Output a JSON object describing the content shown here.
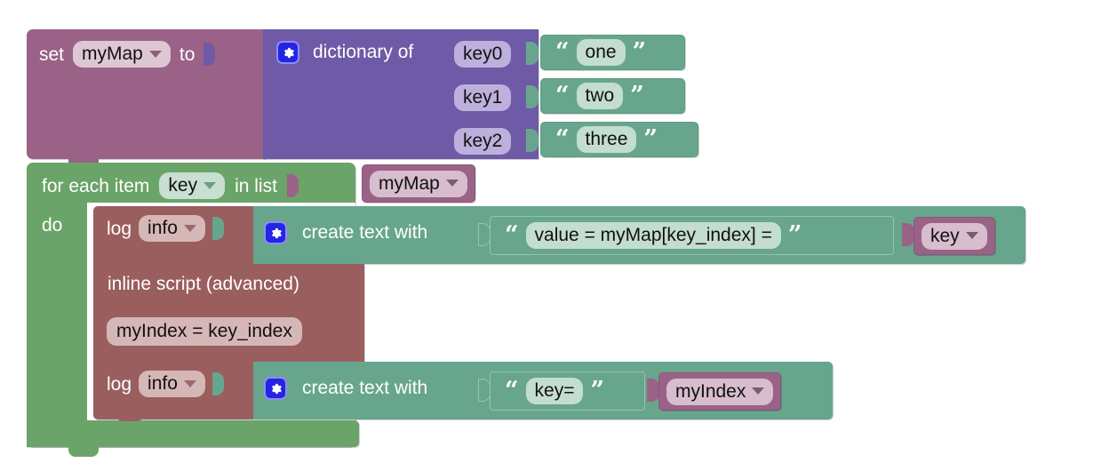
{
  "workspace": {
    "colors": {
      "variable_block": "#9a6287",
      "dictionary_block": "#6e5aa6",
      "loop_block": "#6ba468",
      "text_block": "#67a68d",
      "log_block": "#9a5e5e",
      "gear_button": "#2424e6"
    }
  },
  "set_block": {
    "keyword": "set",
    "variable": "myMap",
    "to_label": "to",
    "dropdown_icon": "caret-down-icon"
  },
  "dictionary_block": {
    "gear_icon": "gear-icon",
    "title": "dictionary of",
    "entries": [
      {
        "key": "key0",
        "value": "one"
      },
      {
        "key": "key1",
        "value": "two"
      },
      {
        "key": "key2",
        "value": "three"
      }
    ],
    "quote_open": "“",
    "quote_close": "”"
  },
  "loop_block": {
    "header_prefix": "for each item",
    "item_variable": "key",
    "header_middle": "in list",
    "list_variable": "myMap",
    "do_label": "do"
  },
  "log_statements": [
    {
      "keyword": "log",
      "level": "info",
      "text_block": {
        "gear_icon": "gear-icon",
        "title": "create text with",
        "string_value": "value = myMap[key_index] = ",
        "variable": "key"
      }
    },
    {
      "keyword": "log",
      "level": "info",
      "text_block": {
        "gear_icon": "gear-icon",
        "title": "create text with",
        "string_value": "key=",
        "variable": "myIndex"
      }
    }
  ],
  "inline_script_block": {
    "title": "inline script (advanced)",
    "code": "myIndex = key_index"
  }
}
